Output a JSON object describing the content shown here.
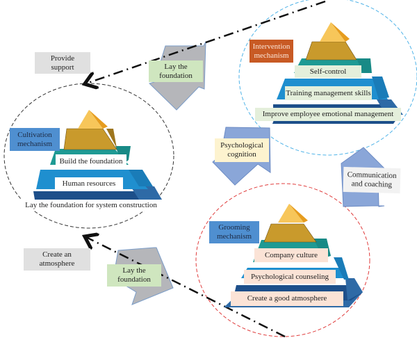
{
  "diagram": {
    "cultivation": {
      "mechanism_label": "Cultivation mechanism",
      "tiers": [
        "Build the foundation",
        "Human resources",
        "Lay the foundation for system construction"
      ]
    },
    "intervention": {
      "mechanism_label": "Intervention mechanism",
      "tiers": [
        "Self-control",
        "Training management skills",
        "Improve employee emotional management"
      ]
    },
    "grooming": {
      "mechanism_label": "Grooming mechanism",
      "tiers": [
        "Company culture",
        "Psychological counseling",
        "Create a good atmosphere"
      ]
    },
    "connectors": {
      "provide_support": "Provide support",
      "create_atmosphere": "Create an atmosphere",
      "lay_foundation_top": "Lay the foundation",
      "lay_foundation_bottom": "Lay the foundation",
      "psychological_cognition": "Psychological cognition",
      "communication_coaching": "Communication and coaching"
    },
    "colors": {
      "cultivation_circle": "#333333",
      "intervention_circle": "#4fb3e8",
      "grooming_circle": "#e03c3c",
      "apex": "#f7c65a",
      "gold_tier": "#c99a2c",
      "teal_tier": "#1e9a94",
      "blue_tier": "#1f8fcf",
      "navy_tier": "#1d4f8a",
      "gray_arrow": "#b5b6ba",
      "blue_arrow": "#8aa6d8"
    }
  }
}
